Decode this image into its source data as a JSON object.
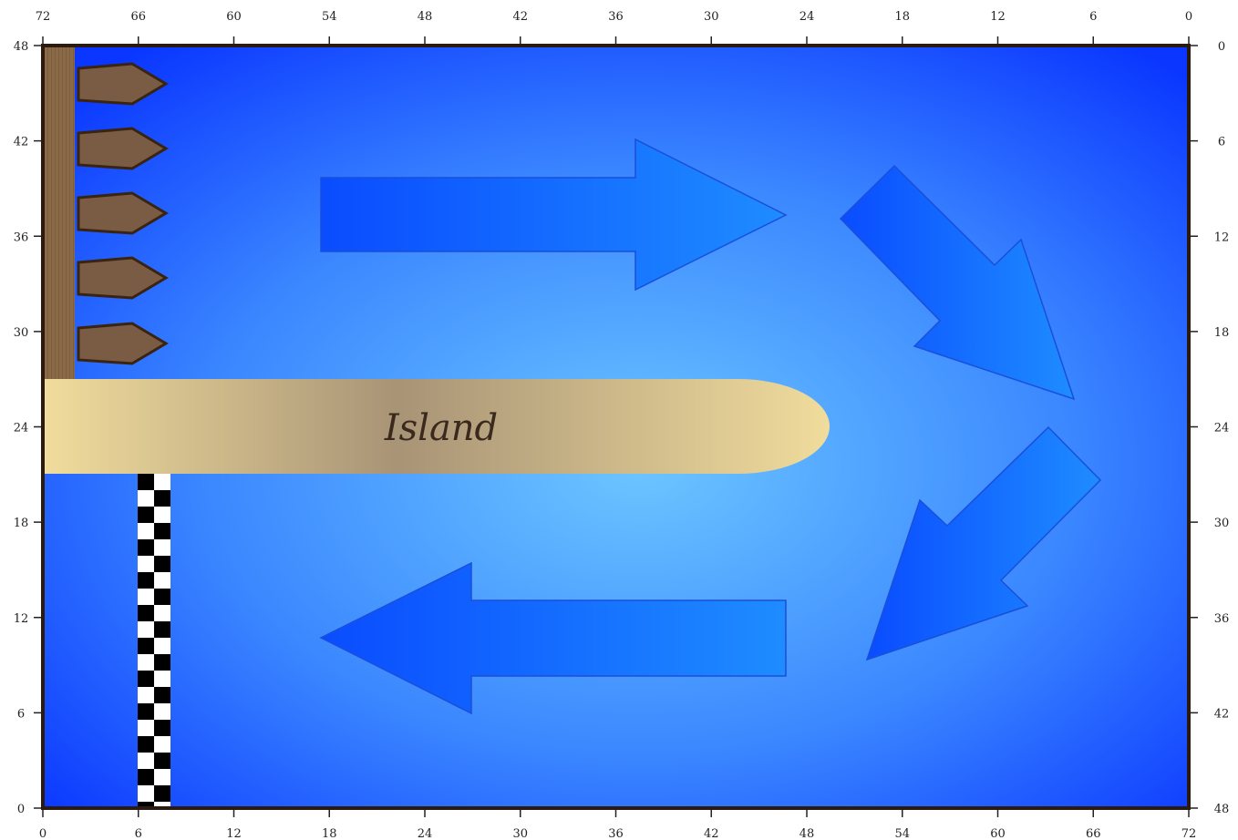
{
  "board": {
    "island_label": "Island",
    "water_colors": {
      "center": "#6cc6ff",
      "edge": "#0a36ff"
    },
    "island_colors": {
      "light": "#f0dc9c",
      "dark": "#a89476"
    },
    "dock_color": "#8b6a48",
    "boat_color": "#7a5c44",
    "boat_count": 5,
    "finish_line": "checkered"
  },
  "axes": {
    "top": [
      "72",
      "66",
      "60",
      "54",
      "48",
      "42",
      "36",
      "30",
      "24",
      "18",
      "12",
      "6",
      "0"
    ],
    "bottom": [
      "0",
      "6",
      "12",
      "18",
      "24",
      "30",
      "36",
      "42",
      "48",
      "54",
      "60",
      "66",
      "72"
    ],
    "left": [
      "48",
      "42",
      "36",
      "30",
      "24",
      "18",
      "12",
      "6",
      "0"
    ],
    "right": [
      "0",
      "6",
      "12",
      "18",
      "24",
      "30",
      "36",
      "42",
      "48"
    ]
  },
  "arrows": [
    {
      "name": "arrow-east",
      "direction": "east"
    },
    {
      "name": "arrow-southeast",
      "direction": "southeast"
    },
    {
      "name": "arrow-southwest",
      "direction": "southwest"
    },
    {
      "name": "arrow-west",
      "direction": "west"
    }
  ]
}
